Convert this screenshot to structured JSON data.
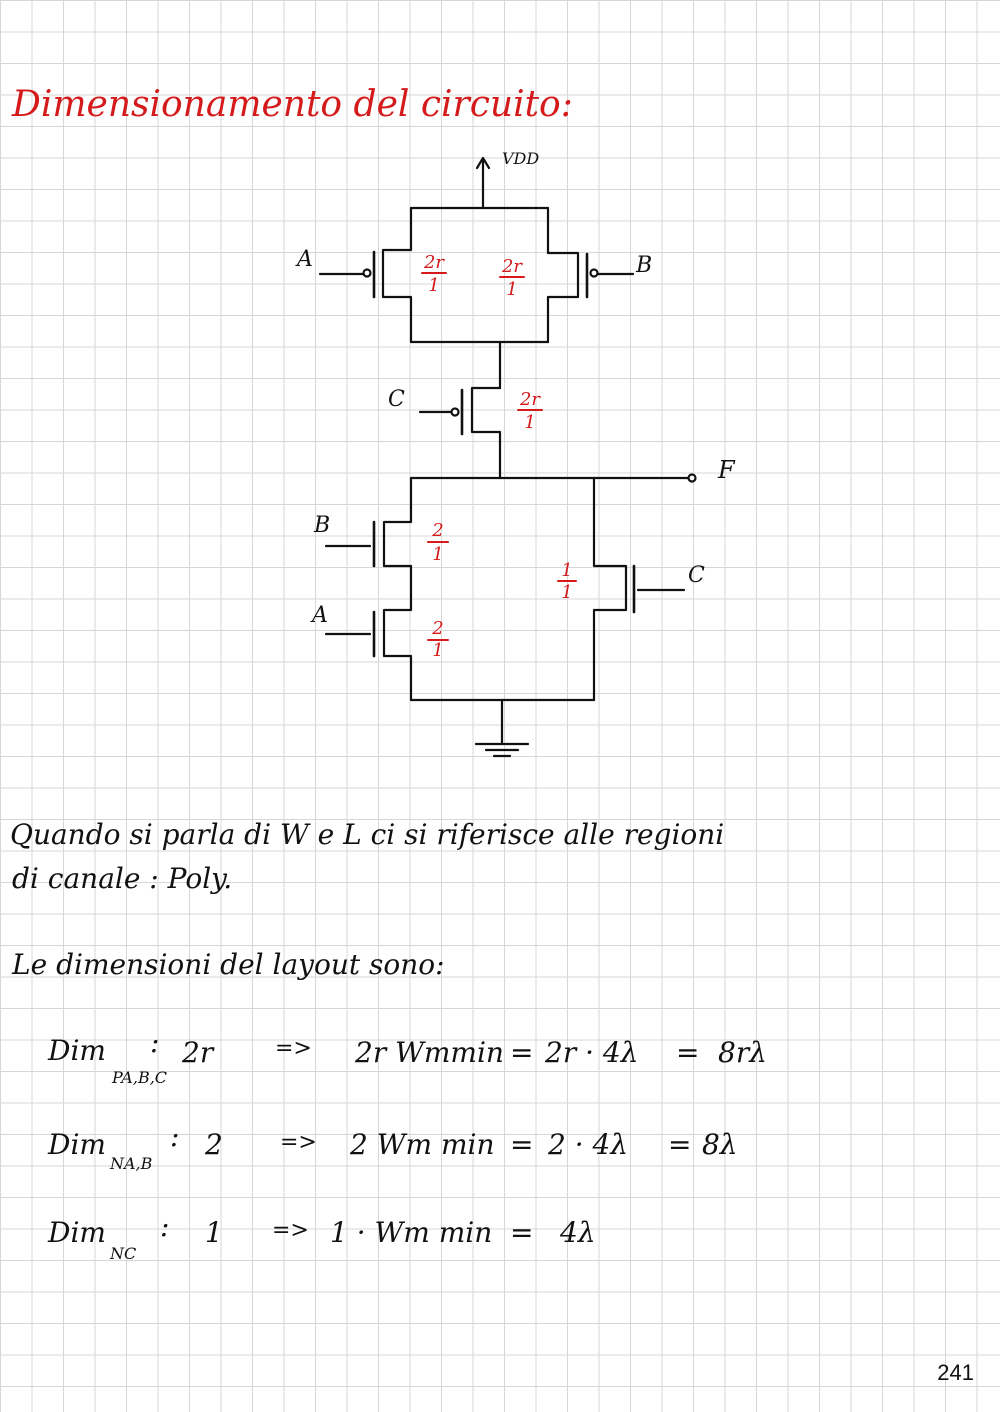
{
  "title": "Dimensionamento del circuito:",
  "circuit": {
    "vdd_label": "VDD",
    "inputs": {
      "a_top": "A",
      "b_top": "B",
      "c_mid": "C",
      "b_bottom": "B",
      "a_bottom": "A",
      "c_bottom": "C"
    },
    "output_label": "F",
    "ratios": {
      "p_a": {
        "num": "2r",
        "den": "1"
      },
      "p_b": {
        "num": "2r",
        "den": "1"
      },
      "p_c": {
        "num": "2r",
        "den": "1"
      },
      "n_b": {
        "num": "2",
        "den": "1"
      },
      "n_a": {
        "num": "2",
        "den": "1"
      },
      "n_c": {
        "num": "1",
        "den": "1"
      }
    }
  },
  "text": {
    "line1": "Quando si parla di W e L ci si riferisce alle regioni",
    "line2": "di canale : Poly.",
    "line3": "Le dimensioni del layout sono:"
  },
  "dims": [
    {
      "label": "Dim",
      "sub": "PA,B,C",
      "colon": ":",
      "ratio": "2r",
      "arrow": "=>",
      "expr": "2r Wmmin",
      "eq1": "=",
      "calc": "2r · 4λ",
      "eq2": "=",
      "result": "8rλ"
    },
    {
      "label": "Dim",
      "sub": "NA,B",
      "colon": ":",
      "ratio": "2",
      "arrow": "=>",
      "expr": "2 Wm min",
      "eq1": "=",
      "calc": "2 · 4λ",
      "eq2": "=",
      "result": "8λ"
    },
    {
      "label": "Dim",
      "sub": "NC",
      "colon": ":",
      "ratio": "1",
      "arrow": "=>",
      "expr": "1 · Wm min",
      "eq1": "=",
      "calc": "4λ",
      "eq2": "",
      "result": ""
    }
  ],
  "page_number": "241",
  "colors": {
    "ink": "#111111",
    "red_ink": "#d41a1a",
    "grid": "#d7d7d7"
  }
}
